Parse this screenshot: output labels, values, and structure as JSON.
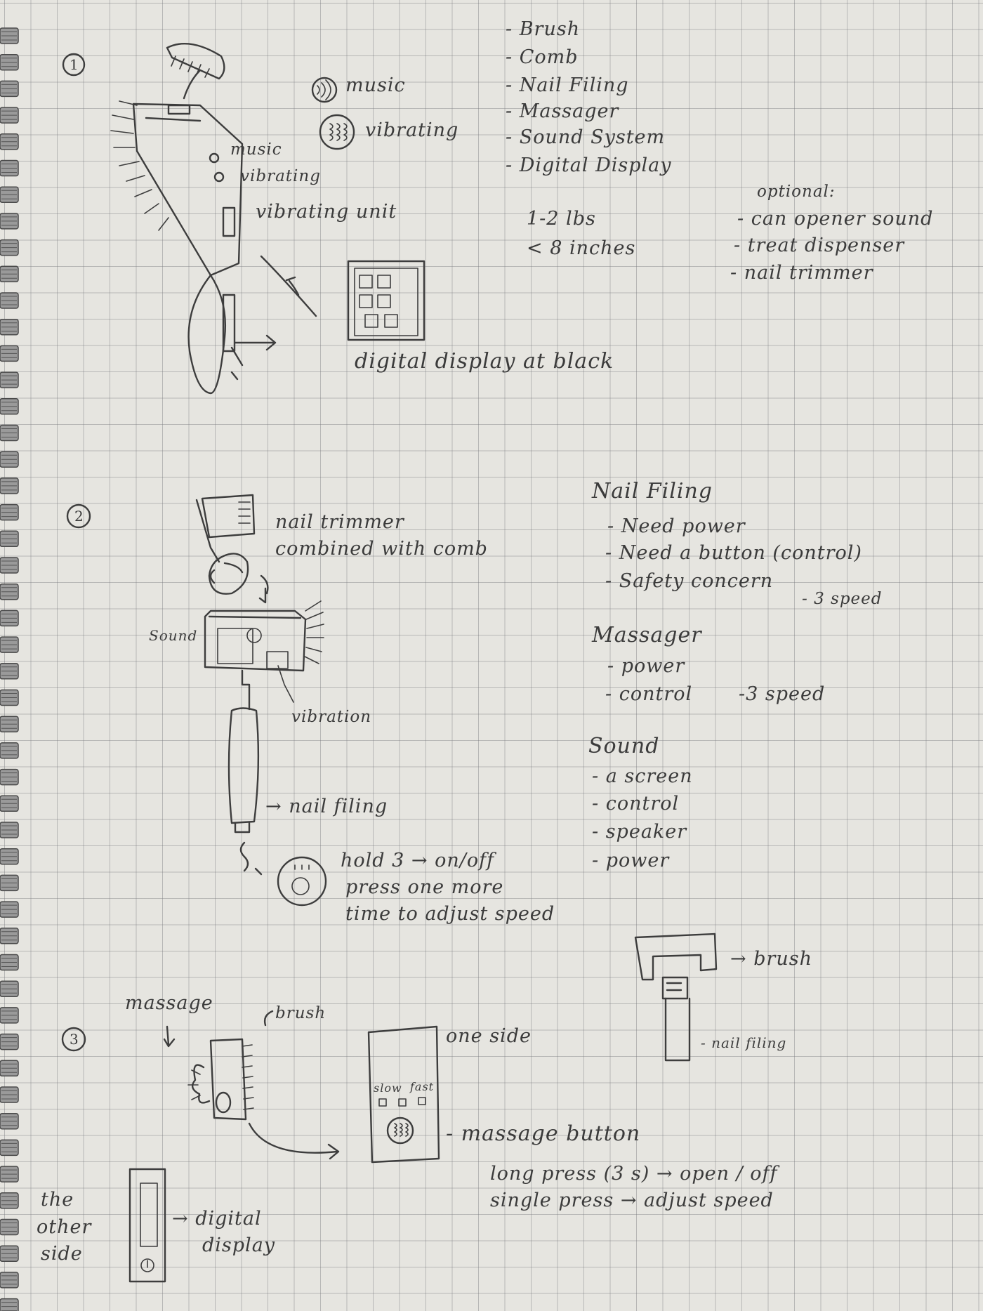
{
  "section_numbers": [
    "1",
    "2",
    "3"
  ],
  "features": {
    "items": [
      "- Brush",
      "- Comb",
      "- Nail Filing",
      "- Massager",
      "- Sound System",
      "- Digital Display"
    ],
    "weight": "1-2 lbs",
    "size": "< 8 inches"
  },
  "optional": {
    "heading": "optional:",
    "items": [
      "- can opener sound",
      "- treat dispenser",
      "- nail trimmer"
    ]
  },
  "sketch1": {
    "legend_music": "music",
    "legend_vibrating": "vibrating",
    "label_music": "music",
    "label_vibrating": "vibrating",
    "label_unit": "vibrating unit",
    "label_display": "digital display at black"
  },
  "sketch2": {
    "label_trimmer_1": "nail trimmer",
    "label_trimmer_2": "combined with comb",
    "label_sound": "Sound",
    "label_vibration": "vibration",
    "label_filing": "→ nail filing",
    "note_1": "hold 3 → on/off",
    "note_2": "press one more",
    "note_3": "time to adjust speed"
  },
  "nail_filing": {
    "heading": "Nail Filing",
    "items": [
      "- Need power",
      "- Need a button (control)",
      "- Safety concern"
    ],
    "speed": "- 3 speed"
  },
  "massager": {
    "heading": "Massager",
    "items": [
      "- power",
      "- control"
    ],
    "speed": "-3 speed"
  },
  "sound": {
    "heading": "Sound",
    "items": [
      "- a screen",
      "- control",
      "- speaker",
      "- power"
    ]
  },
  "side_sketch": {
    "label_brush": "→ brush",
    "label_filing": "- nail filing"
  },
  "sketch3": {
    "label_massage": "massage",
    "label_brush": "brush",
    "label_one_side": "one side",
    "label_slow": "slow",
    "label_fast": "fast",
    "label_massage_button": "- massage button",
    "note_long": "long press (3 s) → open / off",
    "note_single": "single press → adjust speed",
    "label_other_side": [
      "the",
      "other",
      "side"
    ],
    "label_digital": "→ digital",
    "label_display": "display"
  }
}
